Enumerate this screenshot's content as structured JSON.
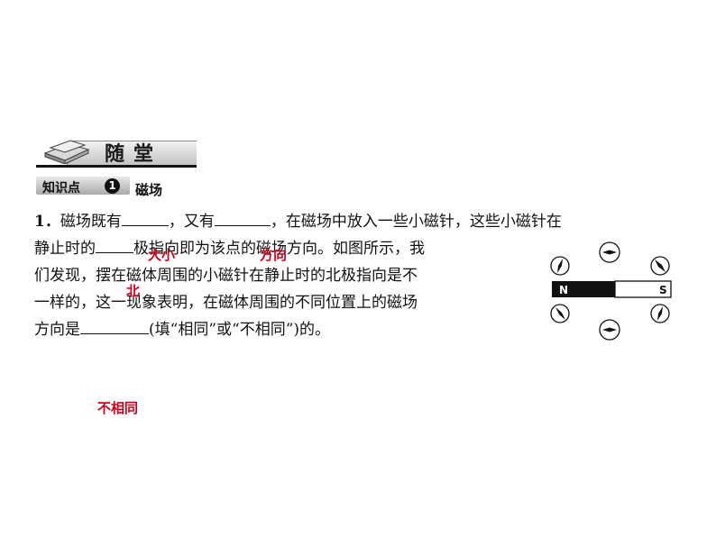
{
  "header": {
    "section_title": "随堂"
  },
  "knowledge_point": {
    "label": "知识点",
    "number": "1",
    "topic": "磁场"
  },
  "question": {
    "number": "1．",
    "lines": [
      [
        "磁场既有",
        "，又有",
        "，在磁场中放入一些小磁针，这些小磁针在"
      ],
      [
        "静止时的",
        "极指向即为该点的磁场方向。如图所示，我"
      ],
      [
        "们发现，摆在磁体周围的小磁针在静止时的北极指向是不"
      ],
      [
        "一样的，这一现象表明，在磁体周围的不同位置上的磁场"
      ],
      [
        "方向是",
        "(填“相同”或“不相同”)的。"
      ]
    ]
  },
  "answers": {
    "blank1": "大小",
    "blank2": "方向",
    "blank3": "北",
    "blank4": "不相同"
  },
  "diagram": {
    "magnet_north": "N",
    "magnet_south": "S",
    "colors": {
      "north_half": "#111111",
      "south_half": "#ffffff",
      "answer": "#d0021b"
    }
  }
}
